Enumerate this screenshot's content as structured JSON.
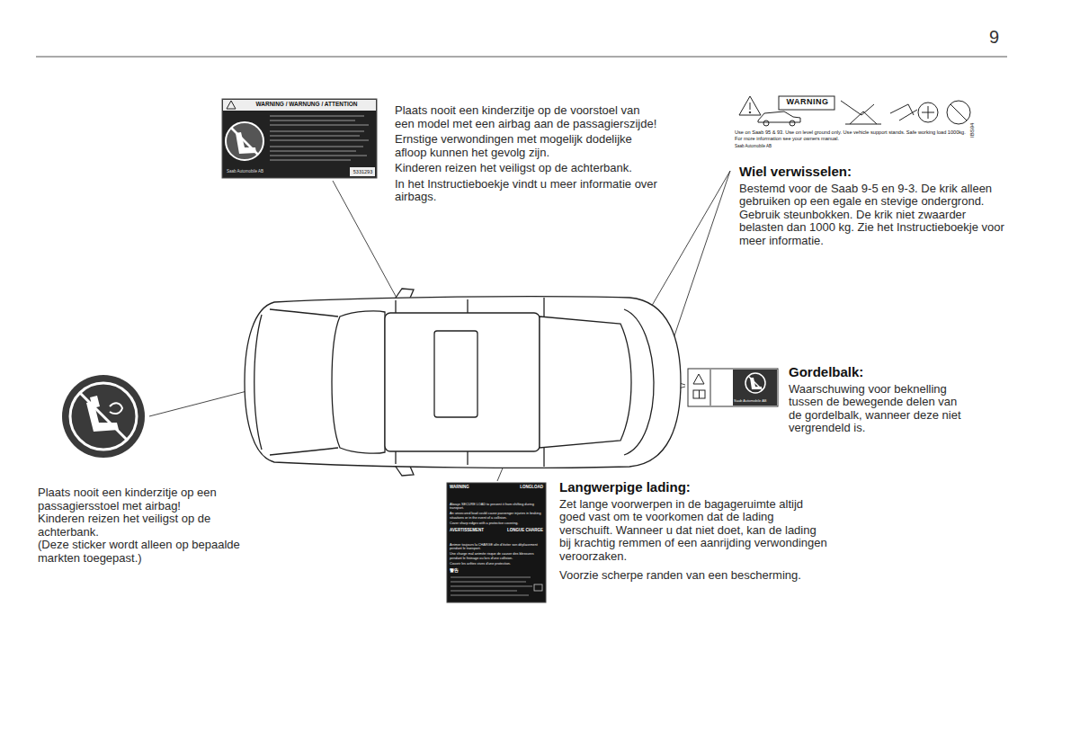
{
  "diagram": {
    "nodes": [
      {
        "text": [
          "WARNING / WARNUNG / ATTENTION",
          "Saab Automobile AB",
          "5331293"
        ]
      },
      {
        "text": [
          "WARNING",
          "Use on Saab 95 & 93. Use on level ground only. Use vehicle support stands. Safe working load 1000kg. For more information see your owners manual.",
          "Saab Automobile AB",
          "IBS94"
        ]
      },
      {
        "text": [
          "Saab Automobile AB"
        ]
      },
      {
        "text": [
          "WARNING",
          "LONGLOAD",
          "Always SECURE LOAD to prevent it from shifting during transport.",
          "An unsecured load could cause passenger injuries in braking situations or in the event of a collision.",
          "Cover sharp edges with a protective covering.",
          "AVERTISSEMENT",
          "LONGUE CHARGE",
          "Arrimer toujours la CHARGE afin d'éviter son déplacement pendant le transport.",
          "Une charge mal arrimée risque de causer des blessures pendant le freinage ou lors d'une collision.",
          "Couvrir les arêtes vives d'une protection.",
          "警告"
        ]
      }
    ],
    "labels": [
      "9",
      "Plaats nooit een kinderzitje op de voorstoel van een model met een airbag aan de passagierszijde!",
      "Ernstige verwondingen met mogelijk dodelijke afloop kunnen het gevolg zijn.",
      "Kinderen reizen het veiligst op de achterbank.",
      "In het Instructieboekje vindt u meer informatie over airbags.",
      "Wiel verwisselen:",
      "Bestemd voor de Saab 9-5 en 9-3. De krik alleen gebruiken op een egale en stevige ondergrond. Gebruik steunbokken. De krik niet zwaarder belasten dan 1000 kg. Zie het Instructieboekje voor meer informatie.",
      "Gordelbalk:",
      "Waarschuwing voor beknelling tussen de bewegende delen van de gordelbalk, wanneer deze niet vergrendeld is.",
      "Plaats nooit een kinderzitje op een passagiersstoel met airbag!",
      "Kinderen reizen het veiligst op de achterbank.",
      "(Deze sticker wordt alleen op bepaalde markten toegepast.)",
      "Langwerpige lading:",
      "Zet lange voorwerpen in de bagageruimte altijd goed vast om te voorkomen dat de lading verschuift. Wanneer u dat niet doet, kan de lading bij krachtig remmen of een aanrijding verwondingen veroorzaken.",
      "Voorzie scherpe randen van een bescherming."
    ]
  }
}
